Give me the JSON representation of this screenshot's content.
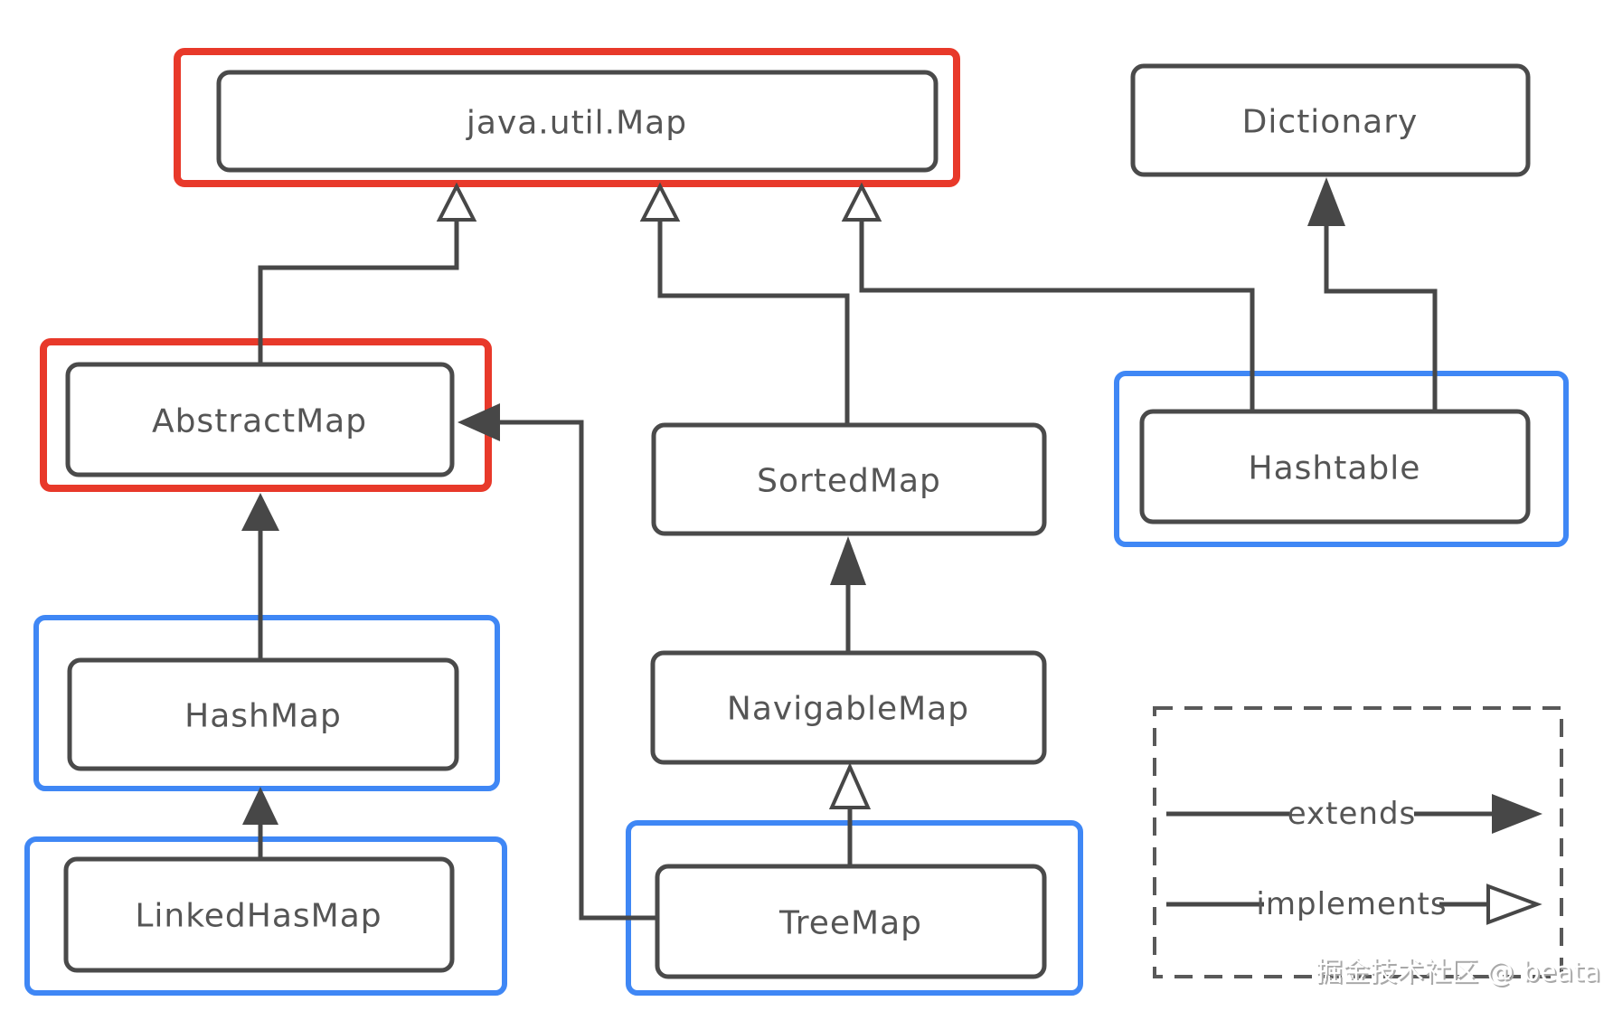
{
  "nodes": {
    "map": {
      "label": "java.util.Map",
      "highlight": "red"
    },
    "dictionary": {
      "label": "Dictionary",
      "highlight": "none"
    },
    "abstract_map": {
      "label": "AbstractMap",
      "highlight": "red"
    },
    "sorted_map": {
      "label": "SortedMap",
      "highlight": "none"
    },
    "hashtable": {
      "label": "Hashtable",
      "highlight": "blue"
    },
    "hash_map": {
      "label": "HashMap",
      "highlight": "blue"
    },
    "navigable_map": {
      "label": "NavigableMap",
      "highlight": "none"
    },
    "linked_has_map": {
      "label": "LinkedHasMap",
      "highlight": "blue"
    },
    "tree_map": {
      "label": "TreeMap",
      "highlight": "blue"
    }
  },
  "edges": [
    {
      "from": "AbstractMap",
      "to": "java.util.Map",
      "type": "implements"
    },
    {
      "from": "SortedMap",
      "to": "java.util.Map",
      "type": "implements"
    },
    {
      "from": "Hashtable",
      "to": "java.util.Map",
      "type": "implements"
    },
    {
      "from": "Hashtable",
      "to": "Dictionary",
      "type": "extends"
    },
    {
      "from": "HashMap",
      "to": "AbstractMap",
      "type": "extends"
    },
    {
      "from": "LinkedHasMap",
      "to": "HashMap",
      "type": "extends"
    },
    {
      "from": "NavigableMap",
      "to": "SortedMap",
      "type": "extends"
    },
    {
      "from": "TreeMap",
      "to": "NavigableMap",
      "type": "implements"
    },
    {
      "from": "TreeMap",
      "to": "AbstractMap",
      "type": "extends"
    }
  ],
  "legend": {
    "extends_label": "extends",
    "implements_label": "implements"
  },
  "watermark": "掘金技术社区 @ beata",
  "colors": {
    "background": "#ffffff",
    "box_border": "#4a4a4a",
    "line": "#474747",
    "text": "#555555",
    "red": "#e8392a",
    "blue": "#3f87f5"
  }
}
